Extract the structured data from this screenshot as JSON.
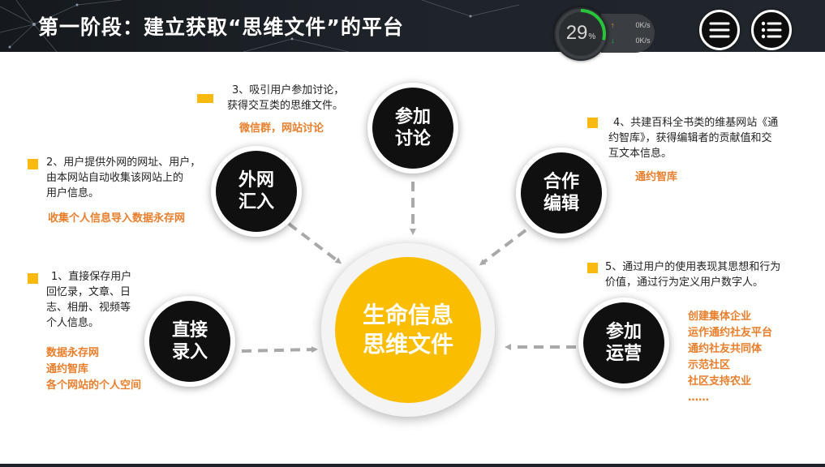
{
  "title": "第一阶段：建立获取“思维文件”的平台",
  "speed_widget": {
    "percent": "29",
    "percent_unit": "%",
    "upload_arrow": "↑",
    "download_arrow": "↓",
    "upload": "0K/s",
    "download": "0K/s",
    "ring_progress": 0.29,
    "accent_color": "#27c43c"
  },
  "toolbar": {
    "menu_icon": "hamburger-menu-icon",
    "list_icon": "list-menu-icon"
  },
  "center": {
    "line1": "生命信息",
    "line2": "思维文件",
    "color": "#fbbd00"
  },
  "nodes": [
    {
      "id": "direct-entry",
      "line1": "直接",
      "line2": "录入",
      "desc": [
        "1、直接保存用户",
        "回忆录，文章、日",
        "志、相册、视频等",
        "个人信息。"
      ],
      "tags": [
        "数据永存网",
        "通约智库",
        "各个网站的个人空间"
      ]
    },
    {
      "id": "external-import",
      "line1": "外网",
      "line2": "汇入",
      "desc": [
        "2、用户提供外网的网址、用户，",
        "由本网站自动收集该网站上的",
        "用户信息。"
      ],
      "tags": [
        "收集个人信息导入数据永存网"
      ]
    },
    {
      "id": "join-discussion",
      "line1": "参加",
      "line2": "讨论",
      "desc": [
        "3、吸引用户参加讨论，",
        "获得交互类的思维文件。"
      ],
      "tags": [
        "微信群，网站讨论"
      ]
    },
    {
      "id": "collab-edit",
      "line1": "合作",
      "line2": "编辑",
      "desc": [
        "4、共建百科全书类的维基网站《通",
        "约智库》，获得编辑者的贡献值和交",
        "互文本信息。"
      ],
      "tags": [
        "通约智库"
      ]
    },
    {
      "id": "join-operation",
      "line1": "参加",
      "line2": "运营",
      "desc": [
        "5、通过用户的使用表现其思想和行为",
        "价值，通过行为定义用户数字人。"
      ],
      "tags": [
        "创建集体企业",
        "运作通约社友平台",
        "通约社友共同体",
        "示范社区",
        "社区支持农业",
        "……"
      ]
    }
  ],
  "colors": {
    "bullet": "#f9b90e",
    "tag_text": "#e97e2b",
    "node_fill": "#101010",
    "arrow": "#a9a9a9",
    "header": "#1d2329"
  }
}
